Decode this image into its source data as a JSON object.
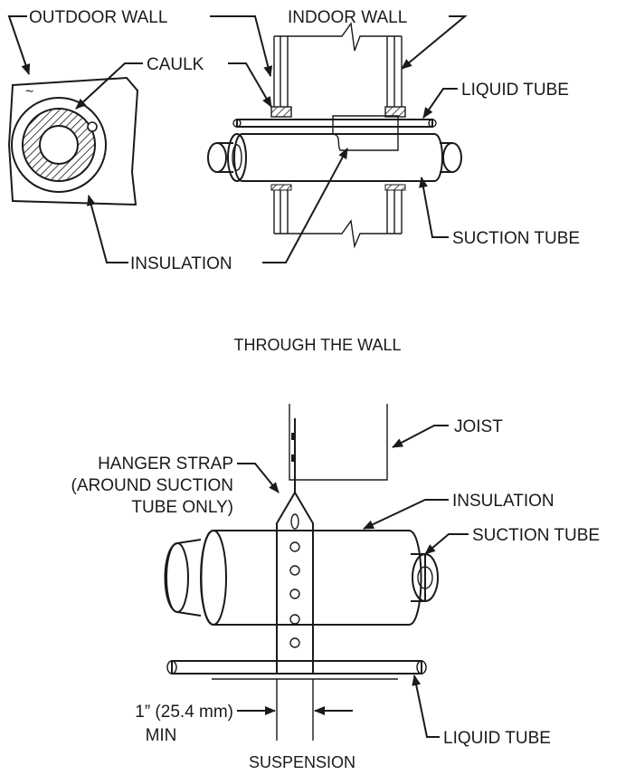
{
  "through_wall": {
    "title": "THROUGH THE WALL",
    "labels": {
      "outdoor_wall": "OUTDOOR WALL",
      "indoor_wall": "INDOOR WALL",
      "caulk": "CAULK",
      "liquid_tube": "LIQUID TUBE",
      "suction_tube": "SUCTION TUBE",
      "insulation": "INSULATION"
    }
  },
  "suspension": {
    "title": "SUSPENSION",
    "labels": {
      "joist": "JOIST",
      "hanger_strap_1": "HANGER STRAP",
      "hanger_strap_2": "(AROUND SUCTION",
      "hanger_strap_3": "TUBE ONLY)",
      "insulation": "INSULATION",
      "suction_tube": "SUCTION TUBE",
      "liquid_tube": "LIQUID TUBE",
      "min_clearance_1": "1” (25.4 mm)",
      "min_clearance_2": "MIN"
    }
  }
}
